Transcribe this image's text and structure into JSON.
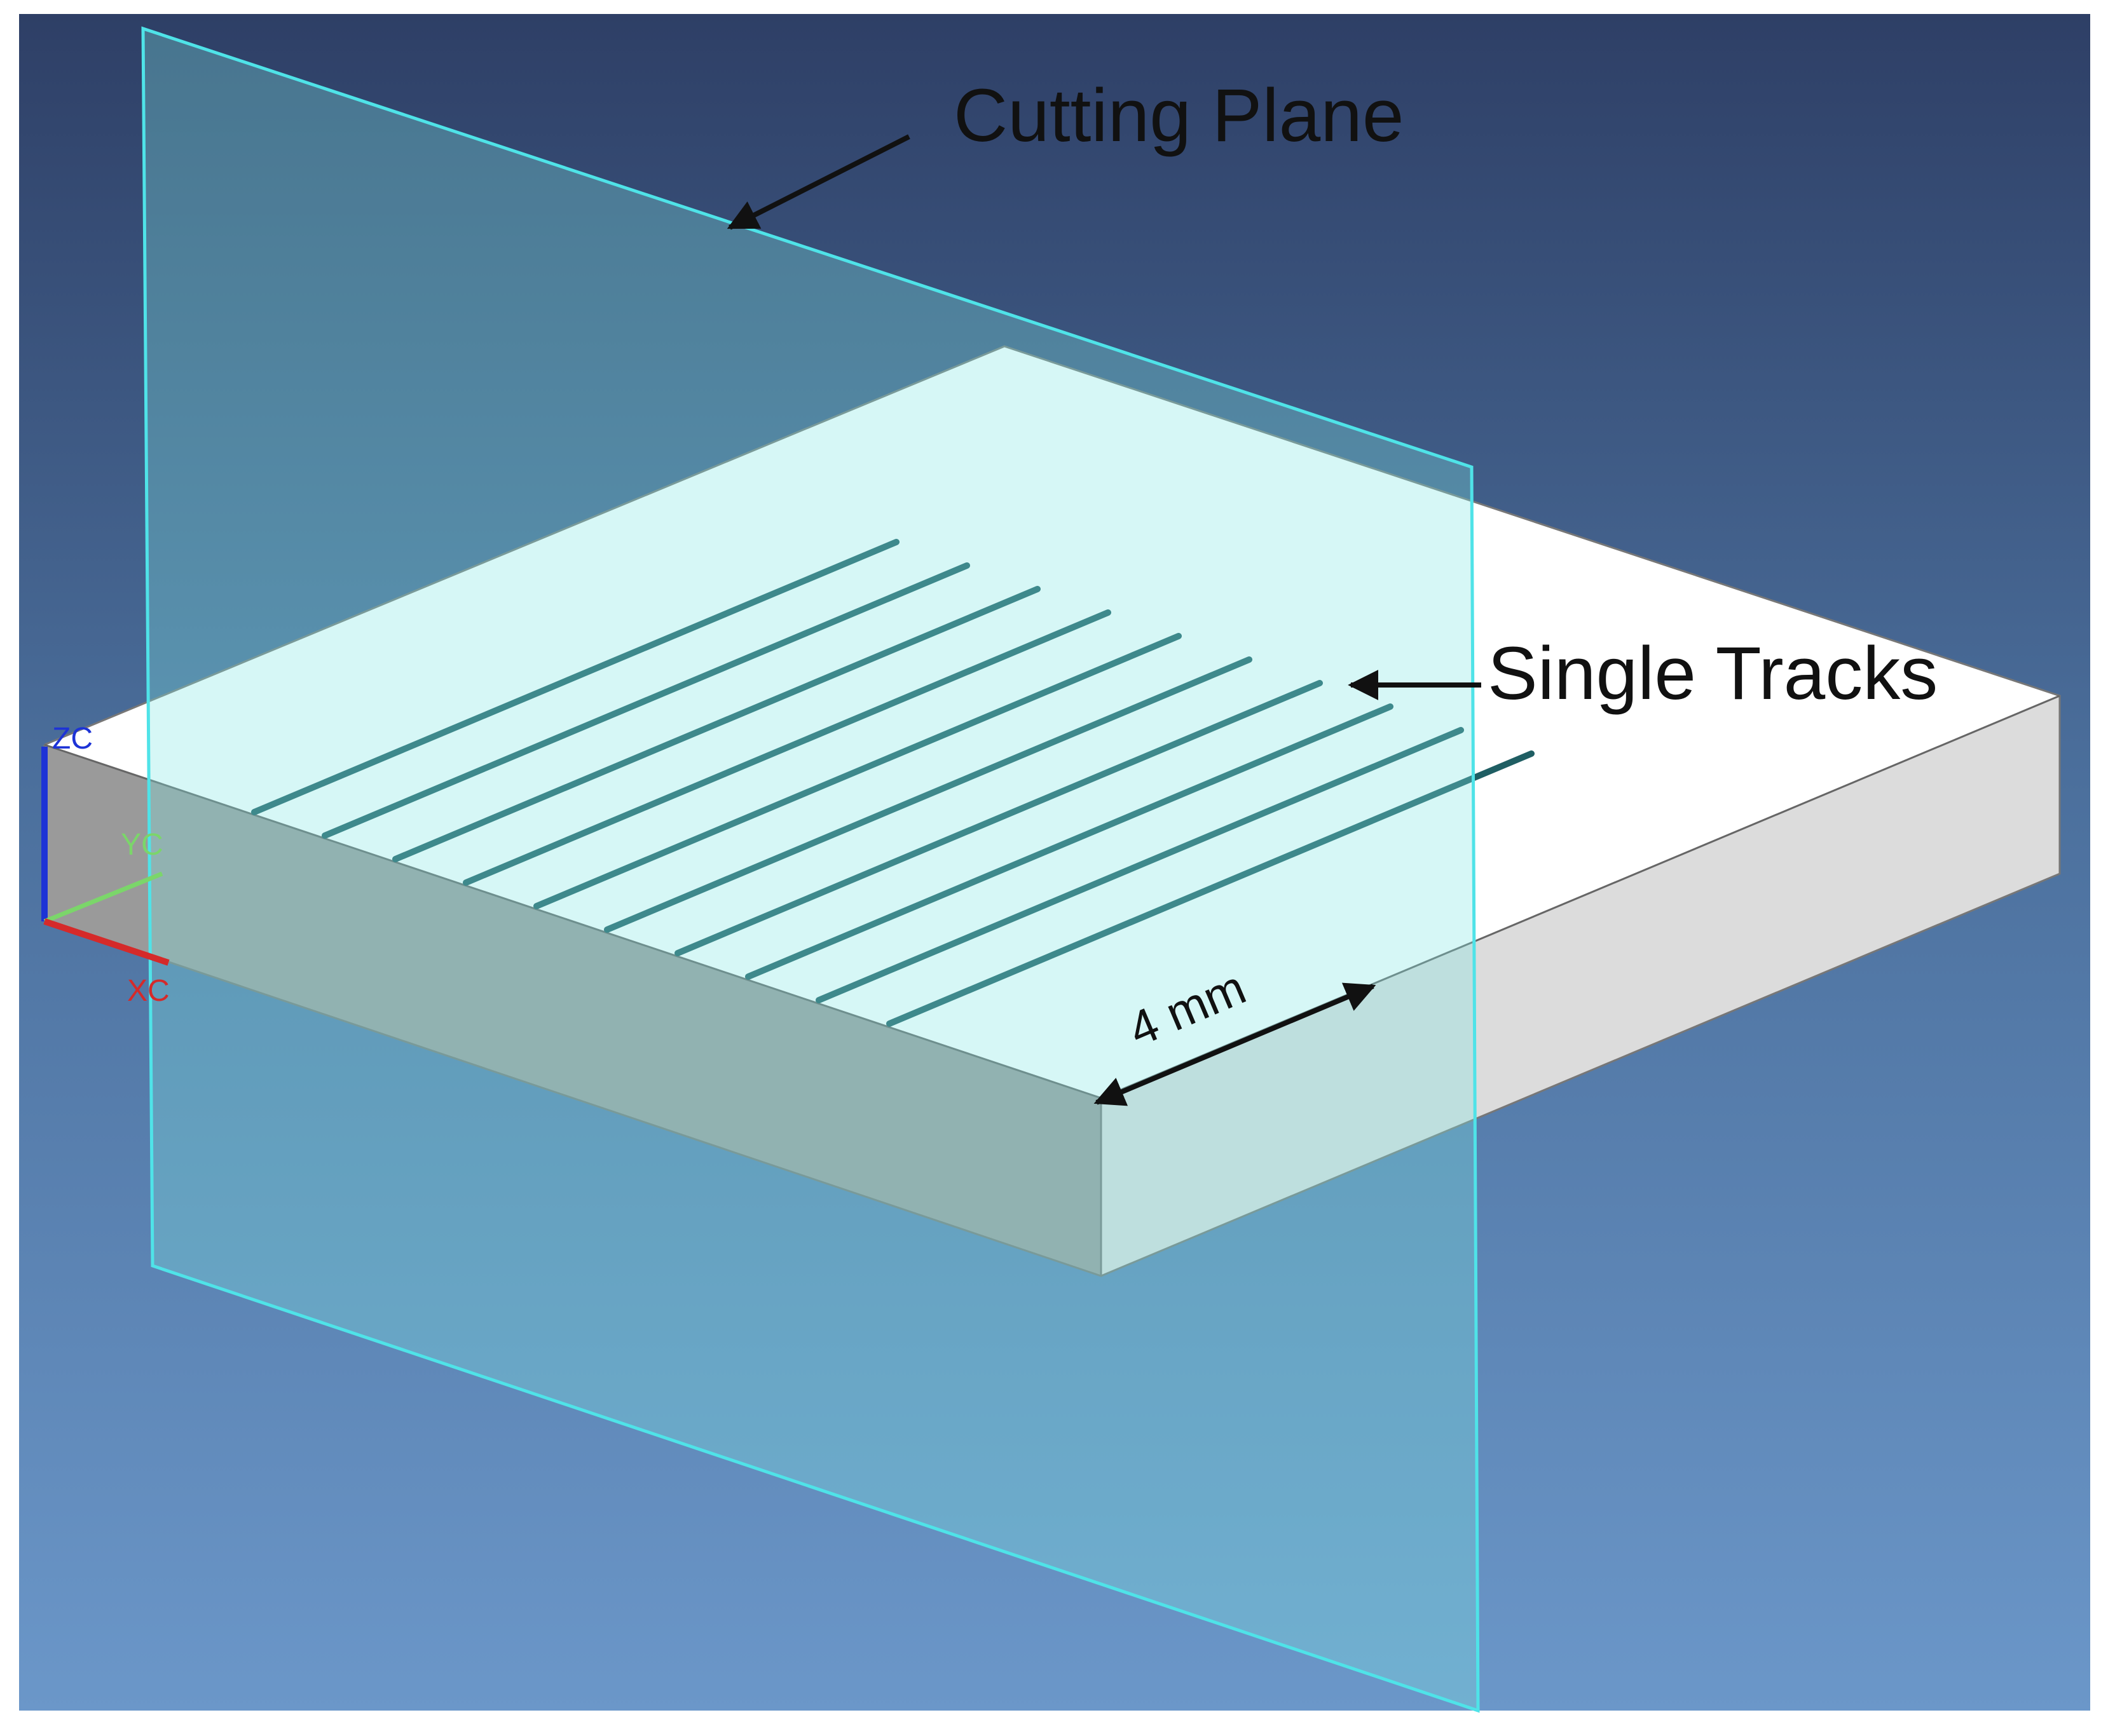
{
  "labels": {
    "cutting_plane": "Cutting Plane",
    "single_tracks": "Single Tracks",
    "dimension": "4 mm"
  },
  "axes": {
    "z": "ZC",
    "y": "YC",
    "x": "XC"
  },
  "track_count": 10,
  "colors": {
    "background_top": "#2e3f66",
    "background_bottom": "#6b97c9",
    "plane_edge": "#4fe3e8",
    "plane_fill": "#7fe6e3",
    "block_top": "#ffffff",
    "block_left_face": "#9a9a9a",
    "block_right_face": "#dcdcdc",
    "track": "#1f5e63",
    "axis_z": "#1d33d6",
    "axis_y": "#7bd66a",
    "axis_x": "#d52a2a"
  },
  "icons": {
    "cutting_plane_arrow": "arrow-icon",
    "single_tracks_arrow": "arrow-icon",
    "dimension_arrow": "double-arrow-icon"
  }
}
